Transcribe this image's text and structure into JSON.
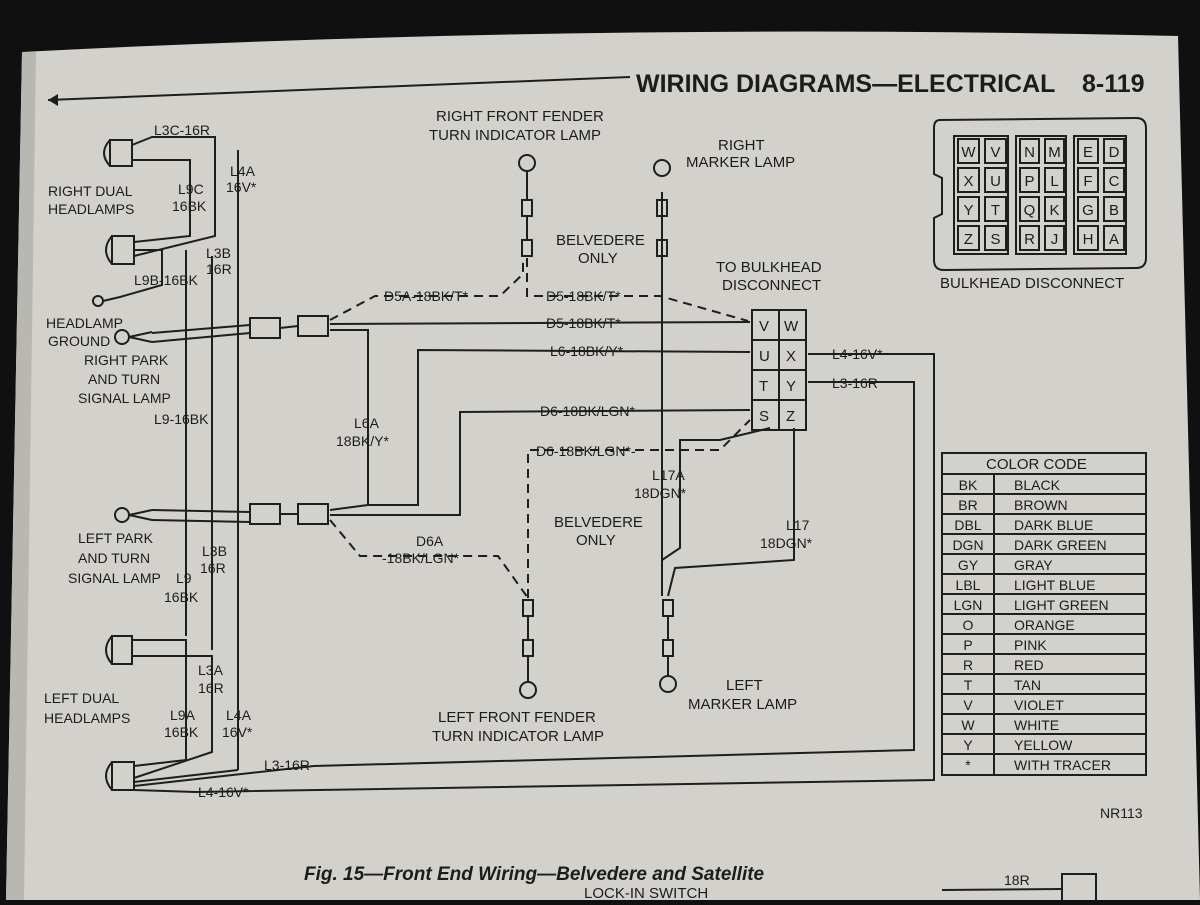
{
  "header": {
    "title": "WIRING DIAGRAMS—ELECTRICAL",
    "page_number": "8-119"
  },
  "caption": "Fig. 15—Front End Wiring—Belvedere and Satellite",
  "code": "NR113",
  "bottom_partial": {
    "lock_in_switch": "LOCK-IN SWITCH",
    "wire_18r": "18R"
  },
  "components": {
    "right_dual_headlamps": [
      "RIGHT DUAL",
      "HEADLAMPS"
    ],
    "headlamp_ground": [
      "HEADLAMP",
      "GROUND"
    ],
    "right_park_turn": [
      "RIGHT PARK",
      "AND TURN",
      "SIGNAL LAMP"
    ],
    "left_park_turn": [
      "LEFT PARK",
      "AND TURN",
      "SIGNAL LAMP"
    ],
    "left_dual_headlamps": [
      "LEFT DUAL",
      "HEADLAMPS"
    ],
    "right_front_fender": [
      "RIGHT FRONT FENDER",
      "TURN INDICATOR LAMP"
    ],
    "right_marker": [
      "RIGHT",
      "MARKER LAMP"
    ],
    "belvedere_only_top": [
      "BELVEDERE",
      "ONLY"
    ],
    "belvedere_only_bottom": [
      "BELVEDERE",
      "ONLY"
    ],
    "to_bulkhead": [
      "TO BULKHEAD",
      "DISCONNECT"
    ],
    "left_front_fender": [
      "LEFT FRONT FENDER",
      "TURN INDICATOR LAMP"
    ],
    "left_marker": [
      "LEFT",
      "MARKER LAMP"
    ]
  },
  "wires": {
    "l3c": "L3C-16R",
    "l4a_top": [
      "L4A",
      "16V*"
    ],
    "l9c": [
      "L9C",
      "16BK"
    ],
    "l3b_top": [
      "L3B",
      "16R"
    ],
    "l9b": "L9B-16BK",
    "l9_16bk": "L9-16BK",
    "l3b_bottom": [
      "L3B",
      "16R"
    ],
    "l9_bottom": [
      "L9",
      "16BK"
    ],
    "l3a": [
      "L3A",
      "16R"
    ],
    "l9a": [
      "L9A",
      "16BK"
    ],
    "l4a_bottom": [
      "L4A",
      "16V*"
    ],
    "l3_bottom": "L3-16R",
    "l4_bottom": "L4-16V*",
    "d5a": "D5A-18BK/T*",
    "d5_dashed": "D5-18BK/T*",
    "d5": "D5-18BK/T*",
    "l6": "L6-18BK/Y*",
    "l6a": [
      "L6A",
      "18BK/Y*"
    ],
    "d6": "D6-18BK/LGN*",
    "d6_dashed": "D6-18BK/LGN*-",
    "d6a": [
      "D6A",
      "-18BK/LGN*"
    ],
    "l17a": [
      "L17A",
      "18DGN*"
    ],
    "l17": [
      "L17",
      "18DGN*"
    ],
    "l4_right": "L4-16V*",
    "l3_right": "L3-16R"
  },
  "bulkhead_block": {
    "rows": [
      [
        "V",
        "W"
      ],
      [
        "U",
        "X"
      ],
      [
        "T",
        "Y"
      ],
      [
        "S",
        "Z"
      ]
    ]
  },
  "bulkhead_connector": {
    "label": "BULKHEAD DISCONNECT",
    "groups": [
      [
        [
          "W",
          "V"
        ],
        [
          "X",
          "U"
        ],
        [
          "Y",
          "T"
        ],
        [
          "Z",
          "S"
        ]
      ],
      [
        [
          "N",
          "M"
        ],
        [
          "P",
          "L"
        ],
        [
          "Q",
          "K"
        ],
        [
          "R",
          "J"
        ]
      ],
      [
        [
          "E",
          "D"
        ],
        [
          "F",
          "C"
        ],
        [
          "G",
          "B"
        ],
        [
          "H",
          "A"
        ]
      ]
    ]
  },
  "color_code": {
    "title": "COLOR CODE",
    "rows": [
      [
        "BK",
        "BLACK"
      ],
      [
        "BR",
        "BROWN"
      ],
      [
        "DBL",
        "DARK BLUE"
      ],
      [
        "DGN",
        "DARK GREEN"
      ],
      [
        "GY",
        "GRAY"
      ],
      [
        "LBL",
        "LIGHT BLUE"
      ],
      [
        "LGN",
        "LIGHT GREEN"
      ],
      [
        "O",
        "ORANGE"
      ],
      [
        "P",
        "PINK"
      ],
      [
        "R",
        "RED"
      ],
      [
        "T",
        "TAN"
      ],
      [
        "V",
        "VIOLET"
      ],
      [
        "W",
        "WHITE"
      ],
      [
        "Y",
        "YELLOW"
      ],
      [
        "*",
        "WITH TRACER"
      ]
    ]
  }
}
